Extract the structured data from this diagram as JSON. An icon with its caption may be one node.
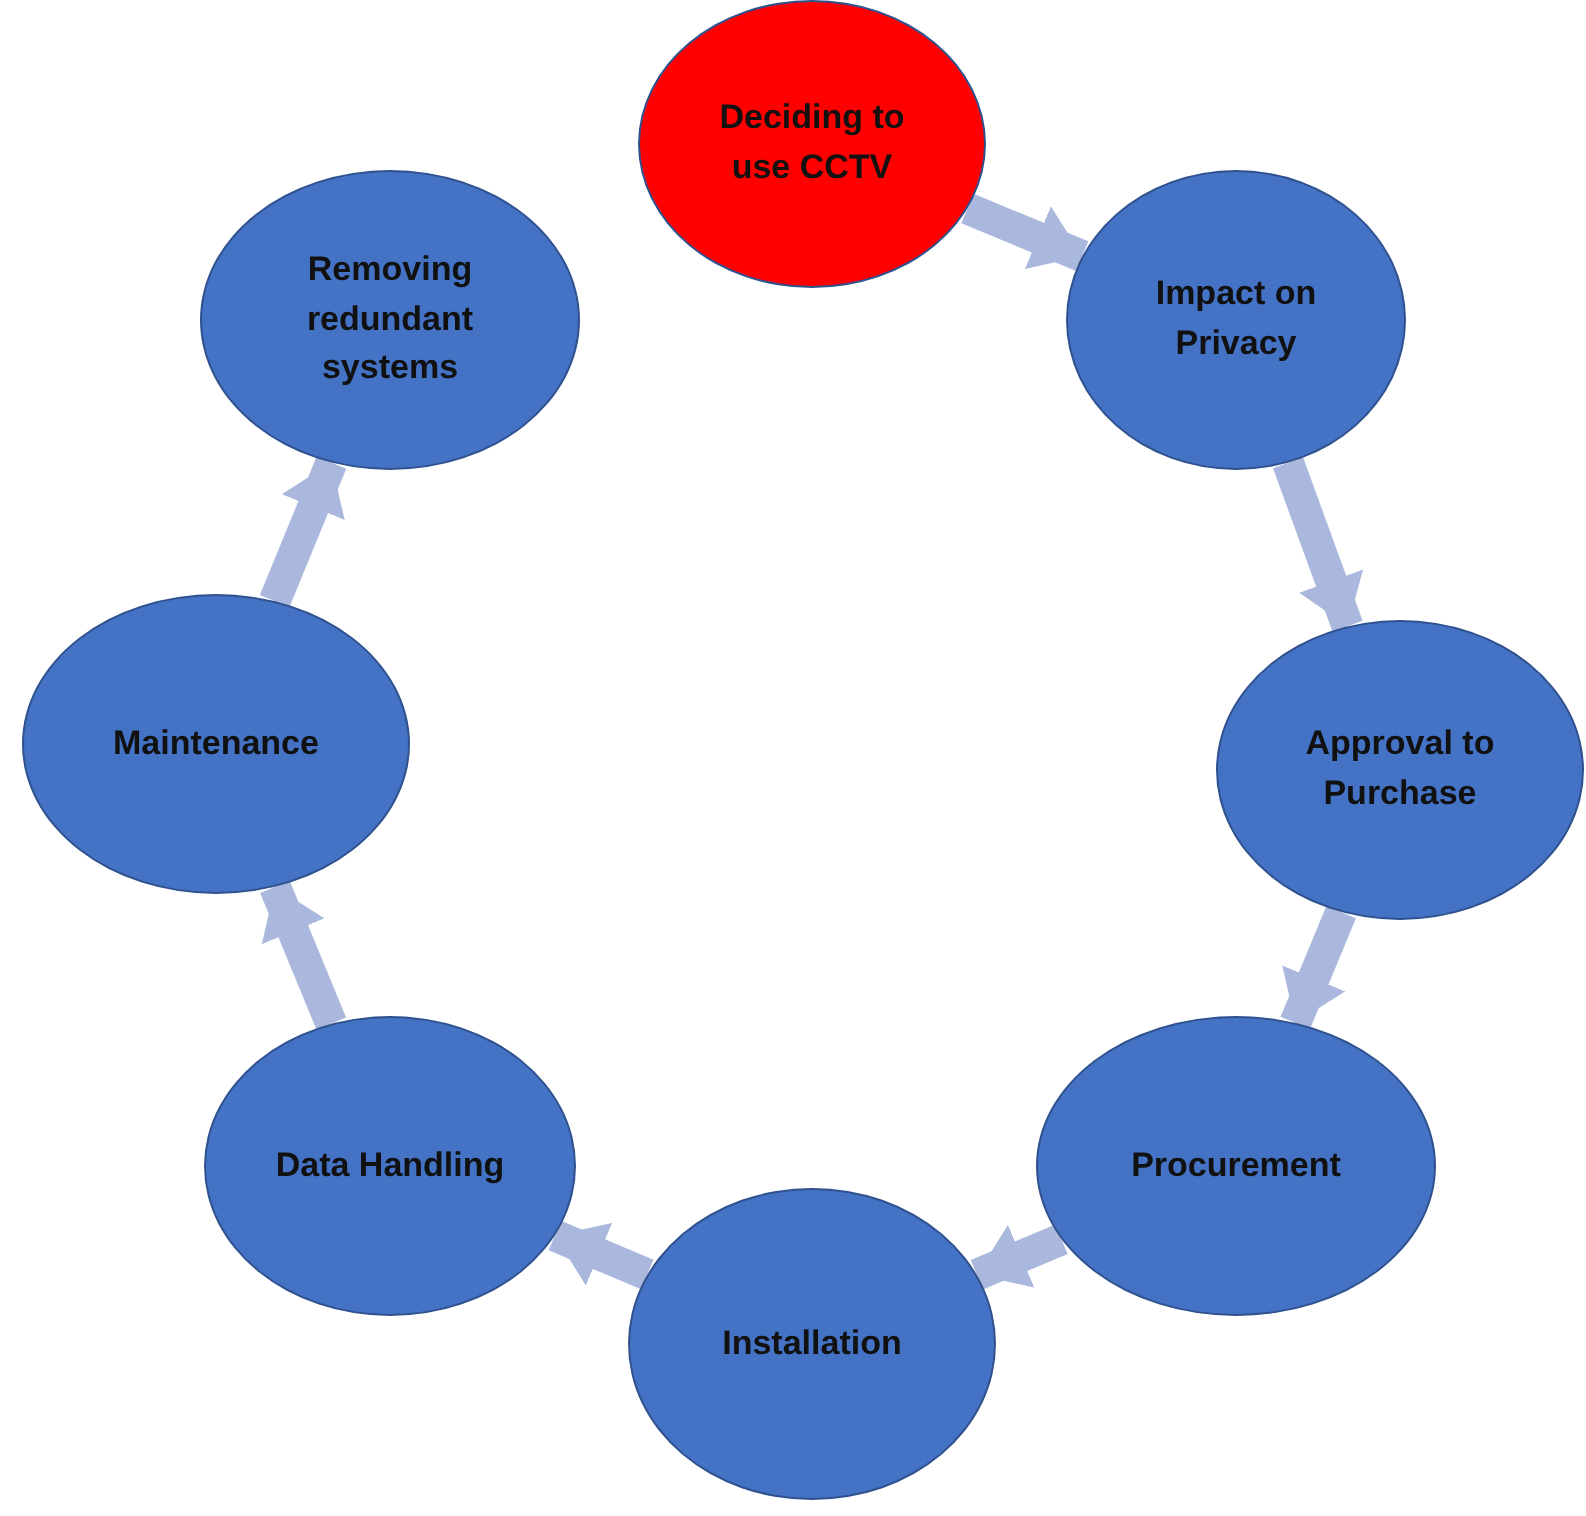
{
  "diagram": {
    "nodes": [
      {
        "text": [
          "Deciding to use CCTV"
        ]
      },
      {
        "text": [
          "Impact on Privacy"
        ]
      },
      {
        "text": [
          "Approval to Purchase"
        ]
      },
      {
        "text": [
          "Procurement"
        ]
      },
      {
        "text": [
          "Installation"
        ]
      },
      {
        "text": [
          "Data Handling"
        ]
      },
      {
        "text": [
          "Maintenance"
        ]
      },
      {
        "text": [
          "Removing redundant systems"
        ]
      }
    ],
    "edges": [
      {
        "from": 0,
        "to": 1,
        "arrow": "to"
      },
      {
        "from": 1,
        "to": 2,
        "arrow": "to"
      },
      {
        "from": 2,
        "to": 3,
        "arrow": "to"
      },
      {
        "from": 3,
        "to": 4,
        "arrow": "to"
      },
      {
        "from": 4,
        "to": 5,
        "arrow": "to"
      },
      {
        "from": 5,
        "to": 6,
        "arrow": "to"
      },
      {
        "from": 6,
        "to": 7,
        "arrow": "to"
      }
    ]
  }
}
